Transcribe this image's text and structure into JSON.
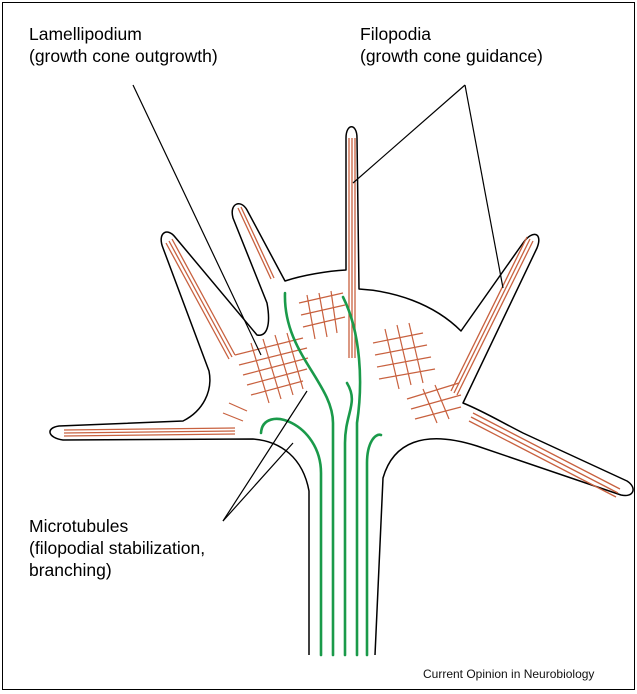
{
  "labels": {
    "lamellipodium": {
      "title": "Lamellipodium",
      "subtitle": "(growth cone outgrowth)"
    },
    "filopodia": {
      "title": "Filopodia",
      "subtitle": "(growth cone guidance)"
    },
    "microtubules": {
      "title": "Microtubules",
      "line2": "(filopodial stabilization,",
      "line3": "branching)"
    }
  },
  "credit": "Current Opinion in Neurobiology",
  "colors": {
    "actin": "#c8613f",
    "microtubule": "#1a9a4a",
    "outline": "#000000"
  }
}
